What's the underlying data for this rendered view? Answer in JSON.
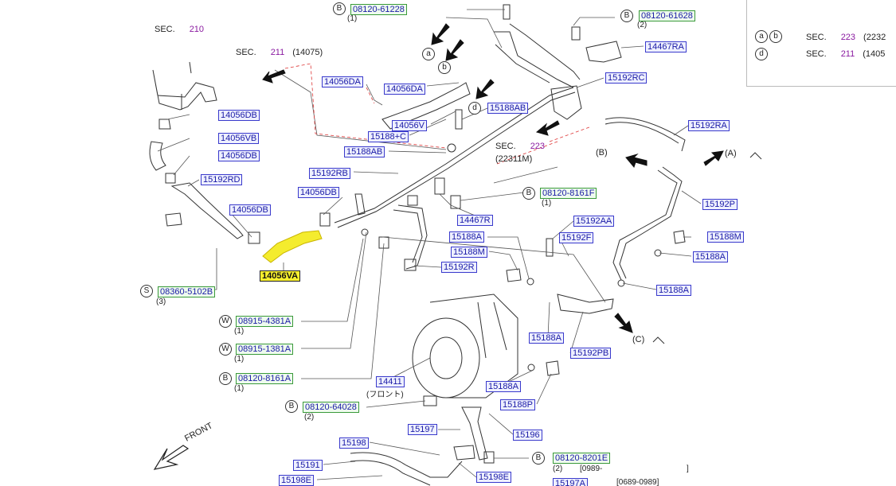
{
  "labels": {
    "b_61228": "08120-61228",
    "b_61628": "08120-61628",
    "p_14467RA": "14467RA",
    "p_15192RC": "15192RC",
    "p_14056DA_1": "14056DA",
    "p_14056DA_2": "14056DA",
    "p_14056V": "14056V",
    "p_15188C": "15188+C",
    "p_15188AB_1": "15188AB",
    "p_14056DB_1": "14056DB",
    "p_14056VB": "14056VB",
    "p_14056DB_2": "14056DB",
    "p_15192RD": "15192RD",
    "p_14056DB_3": "14056DB",
    "p_15188AB_2": "15188AB",
    "p_15192RB": "15192RB",
    "p_14056DB_4": "14056DB",
    "p_14056VA": "14056VA",
    "b_8161F": "08120-8161F",
    "p_14467R": "14467R",
    "p_15192RA": "15192RA",
    "p_15192P": "15192P",
    "p_15192AA": "15192AA",
    "p_15192F": "15192F",
    "p_15188A_1": "15188A",
    "p_15188M_1": "15188M",
    "p_15192R": "15192R",
    "p_15188M_2": "15188M",
    "p_15188A_2": "15188A",
    "p_15188A_3": "15188A",
    "s_5102B": "08360-5102B",
    "w_4381A": "08915-4381A",
    "w_1381A": "08915-1381A",
    "b_8161A": "08120-8161A",
    "p_15188A_4": "15188A",
    "p_15192PB": "15192PB",
    "p_14411": "14411",
    "p_15188A_5": "15188A",
    "p_15188P": "15188P",
    "b_64028": "08120-64028",
    "p_15197": "15197",
    "p_15196": "15196",
    "p_15198": "15198",
    "p_15191": "15191",
    "p_15198E_1": "15198E",
    "p_15198E_2": "15198E",
    "b_8201E": "08120-8201E",
    "p_15197A": "15197A"
  },
  "qty": {
    "q1": "(1)",
    "q2": "(2)",
    "q3": "(1)",
    "q4": "(3)",
    "q5": "(1)",
    "q6": "(1)",
    "q7": "(1)",
    "q8": "(2)",
    "q9": "(2)"
  },
  "sections": {
    "sec_label": "SEC.",
    "s210": "210",
    "s211": "211",
    "s211_code": "(14075)",
    "s223": "223",
    "s223_code": "(22311M)",
    "leg_223": "223",
    "leg_223_code": "(2232",
    "leg_211": "211",
    "leg_211_code": "(1405"
  },
  "letters": {
    "a": "a",
    "b": "b",
    "d": "d",
    "B": "B",
    "S": "S",
    "W": "W"
  },
  "refs": {
    "ref_A": "(A)",
    "ref_B": "(B)",
    "ref_C": "(C)"
  },
  "text": {
    "front_jp": "(フロント)",
    "front_en": "FRONT",
    "date1": "[0989-",
    "date1_end": "]",
    "date2": "[0689-0989]"
  }
}
